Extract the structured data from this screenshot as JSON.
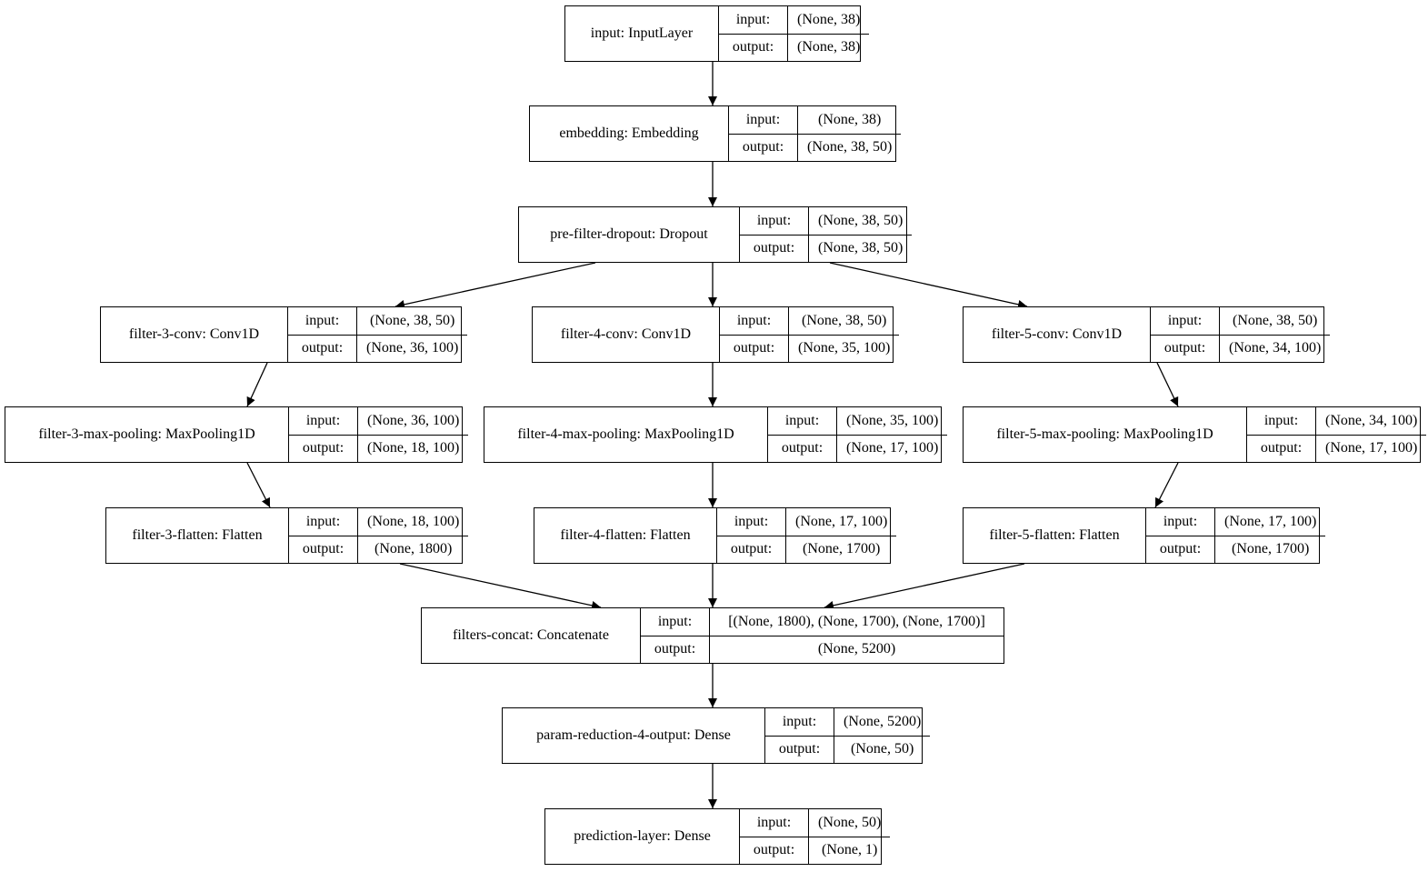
{
  "labels": {
    "input_key": "input:",
    "output_key": "output:"
  },
  "nodes": [
    {
      "id": "input",
      "name": "input: InputLayer",
      "input": "(None, 38)",
      "output": "(None, 38)"
    },
    {
      "id": "embedding",
      "name": "embedding: Embedding",
      "input": "(None, 38)",
      "output": "(None, 38, 50)"
    },
    {
      "id": "pre-filter-dropout",
      "name": "pre-filter-dropout: Dropout",
      "input": "(None, 38, 50)",
      "output": "(None, 38, 50)"
    },
    {
      "id": "filter-3-conv",
      "name": "filter-3-conv: Conv1D",
      "input": "(None, 38, 50)",
      "output": "(None, 36, 100)"
    },
    {
      "id": "filter-4-conv",
      "name": "filter-4-conv: Conv1D",
      "input": "(None, 38, 50)",
      "output": "(None, 35, 100)"
    },
    {
      "id": "filter-5-conv",
      "name": "filter-5-conv: Conv1D",
      "input": "(None, 38, 50)",
      "output": "(None, 34, 100)"
    },
    {
      "id": "filter-3-max-pooling",
      "name": "filter-3-max-pooling: MaxPooling1D",
      "input": "(None, 36, 100)",
      "output": "(None, 18, 100)"
    },
    {
      "id": "filter-4-max-pooling",
      "name": "filter-4-max-pooling: MaxPooling1D",
      "input": "(None, 35, 100)",
      "output": "(None, 17, 100)"
    },
    {
      "id": "filter-5-max-pooling",
      "name": "filter-5-max-pooling: MaxPooling1D",
      "input": "(None, 34, 100)",
      "output": "(None, 17, 100)"
    },
    {
      "id": "filter-3-flatten",
      "name": "filter-3-flatten: Flatten",
      "input": "(None, 18, 100)",
      "output": "(None, 1800)"
    },
    {
      "id": "filter-4-flatten",
      "name": "filter-4-flatten: Flatten",
      "input": "(None, 17, 100)",
      "output": "(None, 1700)"
    },
    {
      "id": "filter-5-flatten",
      "name": "filter-5-flatten: Flatten",
      "input": "(None, 17, 100)",
      "output": "(None, 1700)"
    },
    {
      "id": "filters-concat",
      "name": "filters-concat: Concatenate",
      "input": "[(None, 1800), (None, 1700), (None, 1700)]",
      "output": "(None, 5200)"
    },
    {
      "id": "param-reduction-4-output",
      "name": "param-reduction-4-output: Dense",
      "input": "(None, 5200)",
      "output": "(None, 50)"
    },
    {
      "id": "prediction-layer",
      "name": "prediction-layer: Dense",
      "input": "(None, 50)",
      "output": "(None, 1)"
    }
  ],
  "edges": [
    [
      "input",
      "embedding"
    ],
    [
      "embedding",
      "pre-filter-dropout"
    ],
    [
      "pre-filter-dropout",
      "filter-3-conv"
    ],
    [
      "pre-filter-dropout",
      "filter-4-conv"
    ],
    [
      "pre-filter-dropout",
      "filter-5-conv"
    ],
    [
      "filter-3-conv",
      "filter-3-max-pooling"
    ],
    [
      "filter-4-conv",
      "filter-4-max-pooling"
    ],
    [
      "filter-5-conv",
      "filter-5-max-pooling"
    ],
    [
      "filter-3-max-pooling",
      "filter-3-flatten"
    ],
    [
      "filter-4-max-pooling",
      "filter-4-flatten"
    ],
    [
      "filter-5-max-pooling",
      "filter-5-flatten"
    ],
    [
      "filter-3-flatten",
      "filters-concat"
    ],
    [
      "filter-4-flatten",
      "filters-concat"
    ],
    [
      "filter-5-flatten",
      "filters-concat"
    ],
    [
      "filters-concat",
      "param-reduction-4-output"
    ],
    [
      "param-reduction-4-output",
      "prediction-layer"
    ]
  ]
}
